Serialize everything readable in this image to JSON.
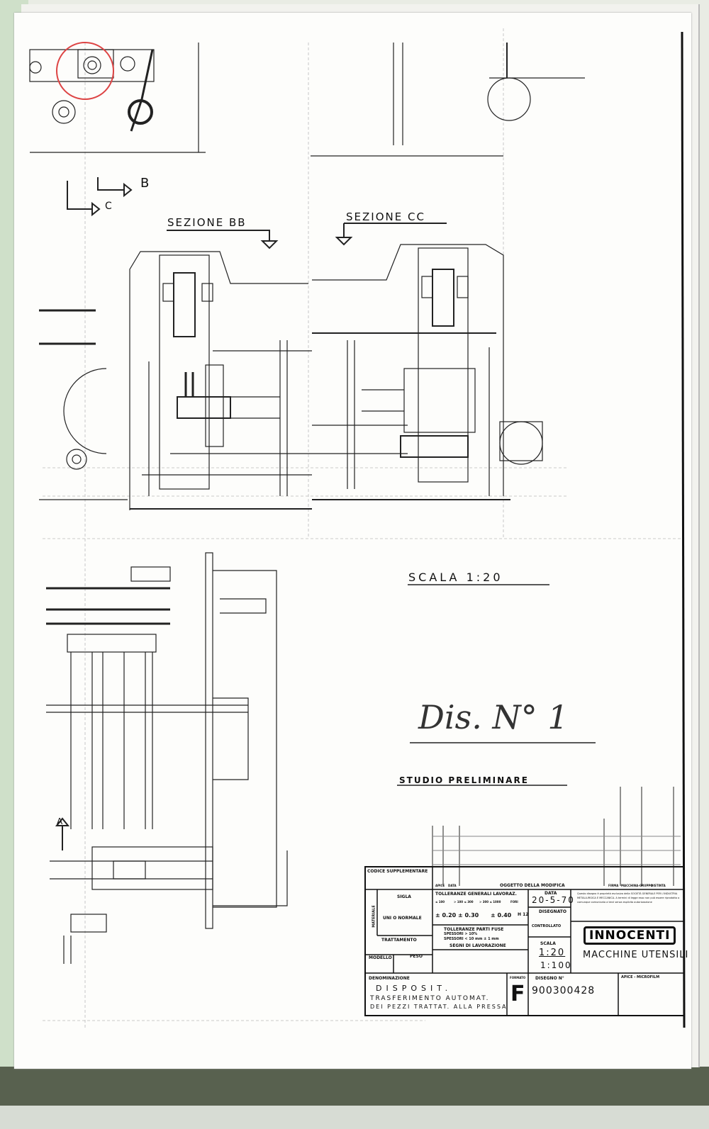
{
  "drawing": {
    "section_markers": {
      "b": "B",
      "c": "C",
      "a": "A"
    },
    "section_bb_title": "SEZIONE BB",
    "section_cc_title": "SEZIONE CC",
    "scale_note": "SCALA 1:20",
    "handwritten_label": "Dis. N° 1",
    "study_note": "STUDIO PRELIMINARE"
  },
  "title_block": {
    "codice_supplementare": "CODICE SUPPLEMENTARE",
    "apice": "APICE",
    "data_col": "DATA",
    "oggetto_modifica": "OGGETTO DELLA MODIFICA",
    "firma": "FIRMA",
    "macchina_gruppo": "MACCHINA-GRUPPO",
    "distinta": "DISTINTA",
    "materiale": "MATERIALE",
    "sigla": "SIGLA",
    "uni_normale": "UNI O NORMALE",
    "trattamento": "TRATTAMENTO",
    "modello": "MODELLO",
    "peso": "PESO",
    "tolleranze_generali": "TOLLERANZE GENERALI LAVORAZ.",
    "tol_ranges": [
      "≤ 100",
      "> 100 ≤ 300",
      "> 300 ≤ 1000",
      "FORI"
    ],
    "tol_values": [
      "± 0.20",
      "± 0.30",
      "± 0.40",
      "H 12"
    ],
    "tolleranze_fuse": "TOLLERANZE PARTI FUSE",
    "spessori_1": "SPESSORI > 10%",
    "spessori_2": "SPESSORI < 10 mm ± 1 mm",
    "segni_lavorazione": "SEGNI DI LAVORAZIONE",
    "data_label": "DATA",
    "data_value": "20-5-70",
    "disegnato": "DISEGNATO",
    "controllato": "CONTROLLATO",
    "scala_label": "SCALA",
    "scala_values": [
      "1:20",
      "1:100"
    ],
    "ownership_note": "Questo disegno è proprietà esclusiva della SOCIETÀ GENERALE PER L'INDUSTRIA METALLURGICA E MECCANICA. A termini di legge esso non può essere riprodotto o comunque comunicato a terzi senza esplicita autorizzazione",
    "company": "INNOCENTI",
    "company_sub": "MACCHINE UTENSILI",
    "denominazione_label": "DENOMINAZIONE",
    "denominazione_lines": [
      "DISPOSIT.",
      "TRASFERIMENTO AUTOMAT.",
      "DEI PEZZI TRATTAT. ALLA PRESSA"
    ],
    "formato_label": "FORMATO",
    "formato": "F",
    "disegno_label": "DISEGNO N°",
    "disegno_numero": "900300428",
    "apice_microfilm": "APICE - MICROFILM"
  }
}
